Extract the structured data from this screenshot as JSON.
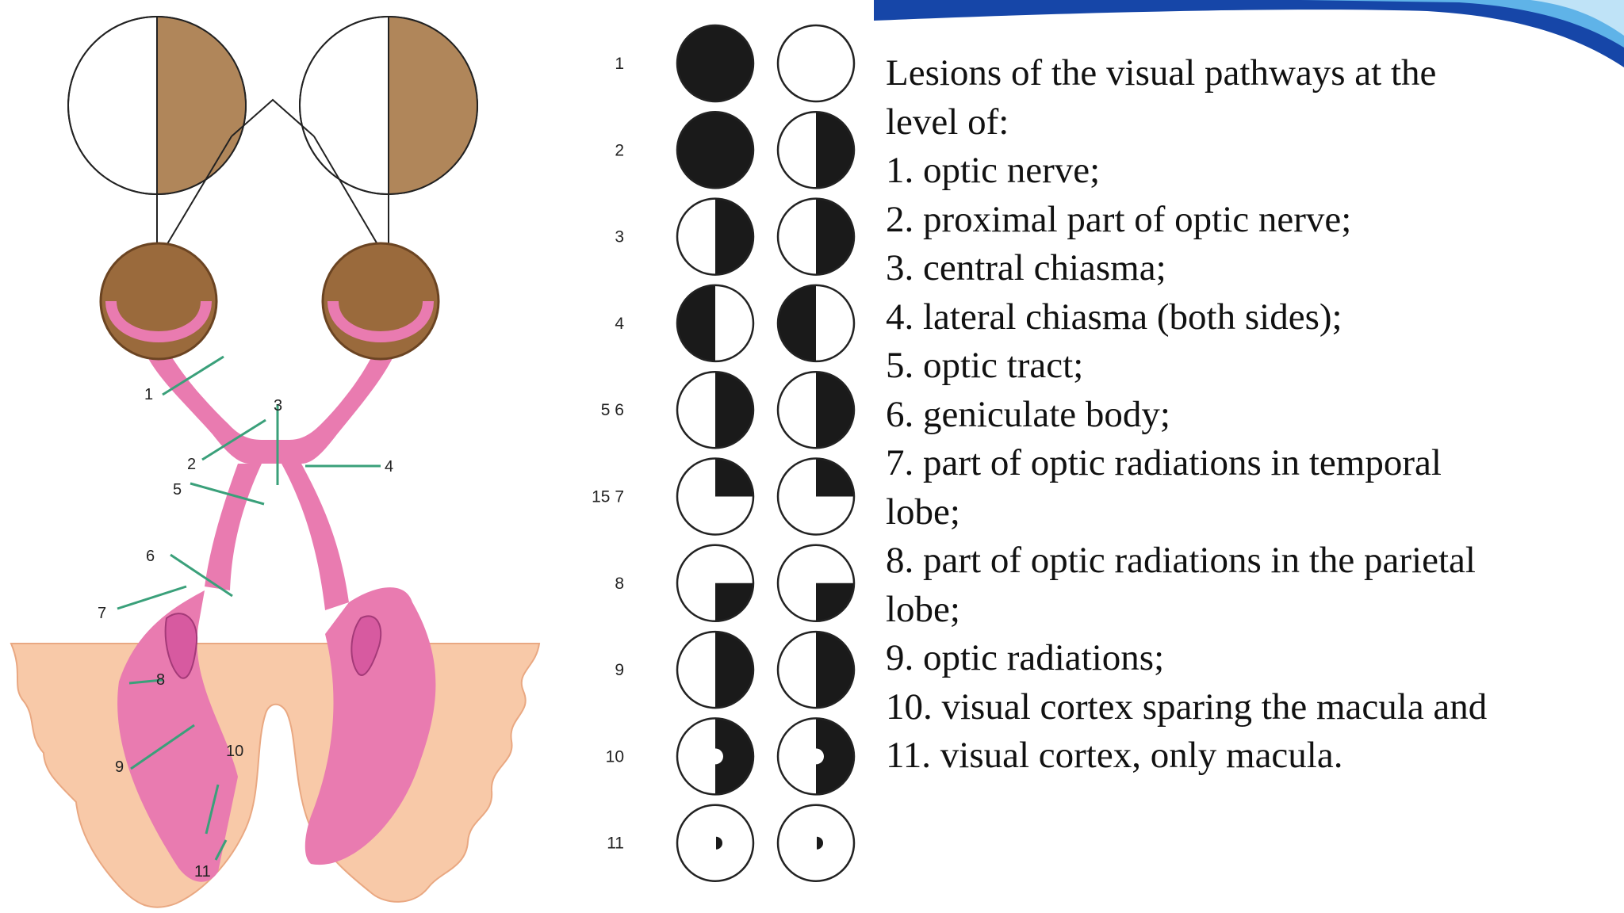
{
  "slide": {
    "heading_lines": [
      "Lesions of the visual pathways at the",
      "level of:"
    ],
    "items": [
      "1. optic nerve;",
      "2. proximal part of optic nerve;",
      "3. central chiasma;",
      "4. lateral chiasma (both sides);",
      "5. optic tract;",
      "6. geniculate body;",
      "7. part of optic radiations in temporal",
      "lobe;",
      "8. part of optic radiations in the parietal",
      "lobe;",
      "9. optic radiations;",
      "10. visual cortex sparing the macula and",
      "11. visual cortex, only macula."
    ]
  },
  "colors": {
    "pathway": "#e97bb0",
    "eyeball": "#9a6a3c",
    "field_tan": "#b0865a",
    "cortex": "#f8c9a8",
    "lesion_line": "#3aa07a",
    "field_black": "#1a1a1a",
    "banner_blue": "#1565c0"
  },
  "diagram": {
    "labels": [
      "1",
      "2",
      "3",
      "4",
      "5",
      "6",
      "7",
      "8",
      "9",
      "10",
      "11"
    ]
  },
  "fields": {
    "rows": [
      {
        "label": "1",
        "left": "blind",
        "right": "normal"
      },
      {
        "label": "2",
        "left": "blind",
        "right": "temporal-hemianopia"
      },
      {
        "label": "3",
        "left": "temporal-hemianopia",
        "right": "temporal-hemianopia"
      },
      {
        "label": "4",
        "left": "nasal-hemianopia",
        "right": "nasal-hemianopia"
      },
      {
        "label": "5 6",
        "left": "right-hemianopia",
        "right": "right-hemianopia"
      },
      {
        "label": "15 7",
        "left": "upper-right-quadrant",
        "right": "upper-right-quadrant"
      },
      {
        "label": "8",
        "left": "lower-right-quadrant",
        "right": "lower-right-quadrant"
      },
      {
        "label": "9",
        "left": "right-hemianopia",
        "right": "right-hemianopia"
      },
      {
        "label": "10",
        "left": "right-hemianopia-macular-sparing",
        "right": "right-hemianopia-macular-sparing"
      },
      {
        "label": "11",
        "left": "macular-scotoma",
        "right": "macular-scotoma"
      }
    ]
  }
}
